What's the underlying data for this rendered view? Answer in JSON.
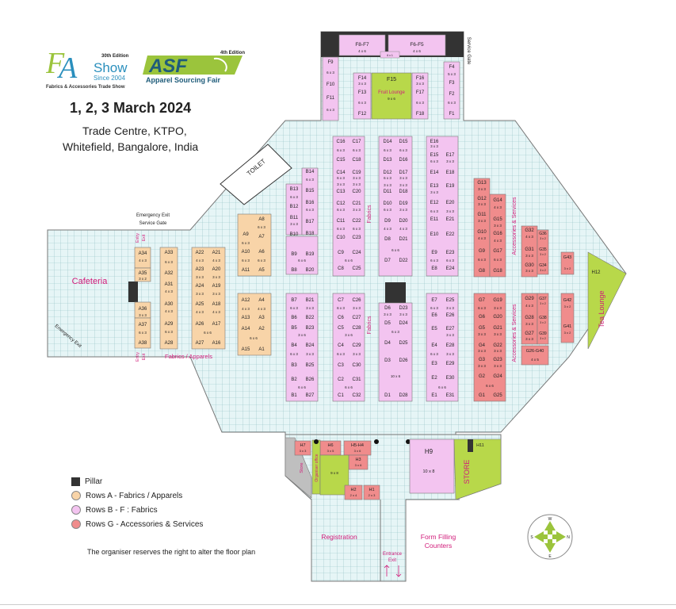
{
  "logos": {
    "fa_edition": "30th Edition",
    "fa_show": "Show",
    "fa_since": "Since 2004",
    "fa_tagline": "Fabrics & Accessories Trade Show",
    "asf_edition": "4th Edition",
    "asf_name": "ASF",
    "asf_tagline": "Apparel Sourcing Fair"
  },
  "event": {
    "dates": "1, 2, 3 March 2024",
    "venue_line1": "Trade Centre, KTPO,",
    "venue_line2": "Whitefield, Bangalore, India"
  },
  "colors": {
    "apparel": "#f8d4a8",
    "fabric": "#f3c4f0",
    "accessory": "#f08c8c",
    "lounge": "#b8d84a",
    "grid_bg": "#e6f5f6",
    "grid_line": "#8fbfc3",
    "pillar": "#333333",
    "store_grey": "#bfbfbf",
    "label_magenta": "#c71585"
  },
  "areas": {
    "cafeteria": "Cafeteria",
    "toilet": "TOILET",
    "emergency_exit_service_gate_1": "Emergency Exit",
    "emergency_exit_service_gate_2": "Service Gate",
    "emergency_exit_left": "Emergency Exit",
    "entry": "Entry",
    "exit": "Exit",
    "service_gate_top": "Service Gate",
    "fabrics_apparels": "Fabrics / Apparels",
    "fabrics": "Fabrics",
    "accessories_services_1": "Accessories & Services",
    "accessories_services_2": "Accessories & Services",
    "tea_lounge": "Tea Lounge",
    "fruit_lounge": "Fruit Lounge",
    "store_small": "Store",
    "organiser_office": "Organiser office",
    "store_big": "STORE",
    "registration": "Registration",
    "form_filling_1": "Form Filling",
    "form_filling_2": "Counters",
    "entrance_exit_1": "Entrance",
    "entrance_exit_2": "Exit"
  },
  "compass": {
    "n": "N",
    "s": "S",
    "e": "E",
    "w": "W"
  },
  "legend": {
    "pillar": "Pillar",
    "rows_a": "Rows  A - Fabrics / Apparels",
    "rows_bf": "Rows  B - F : Fabrics",
    "rows_g": "Rows  G - Accessories & Services"
  },
  "disclaimer": "The organiser reserves the right to alter the floor plan",
  "stalls": {
    "top": [
      {
        "id": "F8-F7",
        "size": "4 x 6"
      },
      {
        "id": "F6-F5",
        "size": "4 x 6"
      },
      {
        "id": "F9",
        "size": ""
      },
      {
        "id": "F10",
        "size": ""
      },
      {
        "id": "F11",
        "size": ""
      },
      {
        "id": "F14",
        "size": "3 x 3"
      },
      {
        "id": "F13",
        "size": ""
      },
      {
        "id": "F12",
        "size": ""
      },
      {
        "id": "F15",
        "size": "9 x 6"
      },
      {
        "id": "F16",
        "size": "3 x 3"
      },
      {
        "id": "F17",
        "size": ""
      },
      {
        "id": "F18",
        "size": ""
      },
      {
        "id": "F4",
        "size": "5 x 3"
      },
      {
        "id": "F3",
        "size": ""
      },
      {
        "id": "F2",
        "size": ""
      },
      {
        "id": "F1",
        "size": ""
      },
      {
        "id": "6 x 1",
        "size": ""
      },
      {
        "id": "6 x 3",
        "size": ""
      }
    ],
    "a_col": [
      {
        "id": "A34",
        "size": "4 x 3"
      },
      {
        "id": "A35",
        "size": "3 x 2"
      },
      {
        "id": "A36",
        "size": "3 x 3"
      },
      {
        "id": "A37",
        "size": "6 x 3"
      },
      {
        "id": "A38",
        "size": ""
      },
      {
        "id": "A33",
        "size": "6 x 3"
      },
      {
        "id": "A32",
        "size": ""
      },
      {
        "id": "A31",
        "size": "4 x 3"
      },
      {
        "id": "A30",
        "size": "4 x 3"
      },
      {
        "id": "A29",
        "size": "6 x 3"
      },
      {
        "id": "A28",
        "size": ""
      },
      {
        "id": "A22",
        "size": "4 x 3"
      },
      {
        "id": "A21",
        "size": "4 x 3"
      },
      {
        "id": "A23",
        "size": "3 x 3"
      },
      {
        "id": "A20",
        "size": "3 x 3"
      },
      {
        "id": "A24",
        "size": "3 x 3"
      },
      {
        "id": "A19",
        "size": "3 x 3"
      },
      {
        "id": "A25",
        "size": "4 x 3"
      },
      {
        "id": "A18",
        "size": "4 x 3"
      },
      {
        "id": "A26",
        "size": "6 x 6"
      },
      {
        "id": "A17",
        "size": ""
      },
      {
        "id": "A27",
        "size": ""
      },
      {
        "id": "A16",
        "size": ""
      },
      {
        "id": "A8",
        "size": "6 x 3"
      },
      {
        "id": "A9",
        "size": "6 x 3"
      },
      {
        "id": "A7",
        "size": ""
      },
      {
        "id": "A10",
        "size": "6 x 3"
      },
      {
        "id": "A6",
        "size": "6 x 3"
      },
      {
        "id": "A11",
        "size": ""
      },
      {
        "id": "A5",
        "size": ""
      },
      {
        "id": "A12",
        "size": "4 x 3"
      },
      {
        "id": "A4",
        "size": "4 x 3"
      },
      {
        "id": "A13",
        "size": ""
      },
      {
        "id": "A3",
        "size": ""
      },
      {
        "id": "A14",
        "size": "6 x 6"
      },
      {
        "id": "A2",
        "size": ""
      },
      {
        "id": "A15",
        "size": ""
      },
      {
        "id": "A1",
        "size": ""
      }
    ]
  }
}
